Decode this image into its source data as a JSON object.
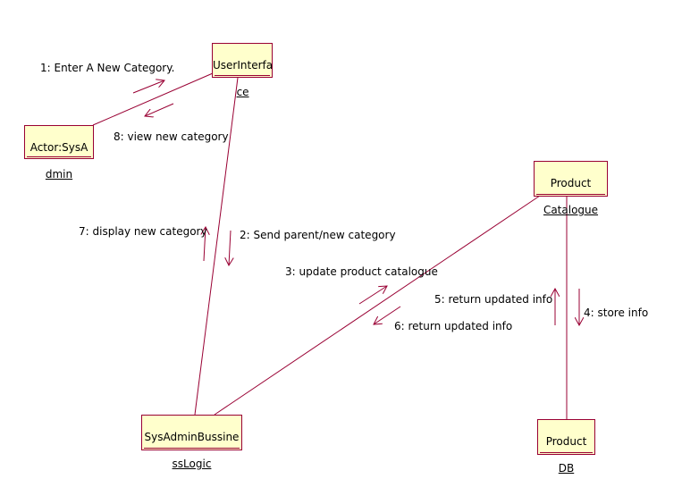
{
  "objects": {
    "user_interface": {
      "line1": "UserInterfa",
      "line2": "ce"
    },
    "actor": {
      "line1": "Actor:SysA",
      "line2": "dmin"
    },
    "product_catalogue": {
      "line1": "Product",
      "line2": "Catalogue"
    },
    "business_logic": {
      "line1": "SysAdminBussine",
      "line2": "ssLogic"
    },
    "product_db": {
      "line1": "Product",
      "line2": "DB"
    }
  },
  "messages": {
    "m1": "1: Enter A New Category.",
    "m2": "2: Send parent/new category",
    "m3": "3: update product catalogue",
    "m4": "4: store info",
    "m5": "5: return updated info",
    "m6": "6: return updated info",
    "m7": "7: display new category",
    "m8": "8: view new category"
  },
  "colors": {
    "line": "#990033",
    "object_fill": "#ffffcc"
  }
}
